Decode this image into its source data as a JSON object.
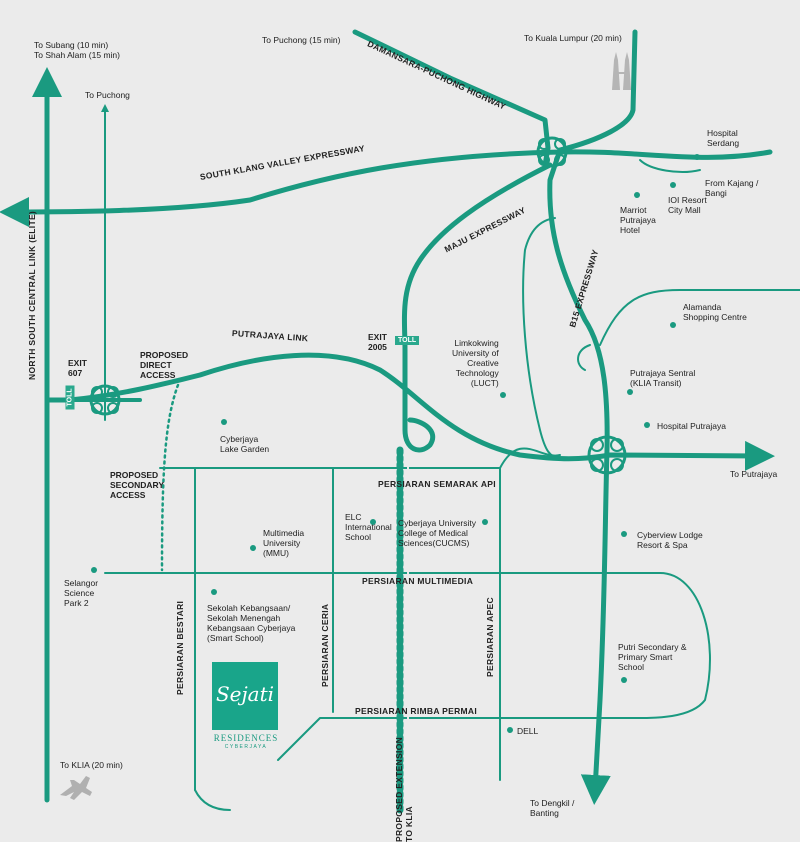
{
  "colors": {
    "road": "#1a9a80",
    "background": "#ebebeb",
    "dot": "#1a9a80",
    "text": "#222222"
  },
  "directions": {
    "subang": "To Subang (10 min)\nTo Shah Alam (15 min)",
    "puchong_left": "To Puchong",
    "puchong_top": "To Puchong (15 min)",
    "kl": "To Kuala Lumpur (20 min)",
    "kajang": "From Kajang /\nBangi",
    "putrajaya": "To Putrajaya",
    "klia": "To KLIA (20 min)",
    "dengkil": "To Dengkil /\nBanting"
  },
  "roads": {
    "dph": "DAMANSARA-PUCHONG HIGHWAY",
    "skve": "SOUTH KLANG VALLEY EXPRESSWAY",
    "maju": "MAJU EXPRESSWAY",
    "b15": "B15 EXPRESSWAY",
    "nscl": "NORTH SOUTH CENTRAL LINK (ELITE)",
    "putrajaya_link": "PUTRAJAYA LINK",
    "semarak_api": "PERSIARAN SEMARAK API",
    "multimedia": "PERSIARAN MULTIMEDIA",
    "rimba_permai": "PERSIARAN RIMBA PERMAI",
    "bestari": "PERSIARAN BESTARI",
    "ceria": "PERSIARAN CERIA",
    "apec": "PERSIARAN APEC",
    "extension": "PROPOSED EXTENSION\nTO KLIA"
  },
  "exits": {
    "exit607": "EXIT\n607",
    "exit2005": "EXIT\n2005",
    "toll": "TOLL",
    "proposed_direct": "PROPOSED\nDIRECT\nACCESS",
    "proposed_secondary": "PROPOSED\nSECONDARY\nACCESS"
  },
  "landmarks": {
    "hospital_serdang": "Hospital\nSerdang",
    "marriott": "Marriot\nPutrajaya\nHotel",
    "ioi": "IOI Resort\nCity Mall",
    "alamanda": "Alamanda\nShopping Centre",
    "luct": "Limkokwing\nUniversity of\nCreative\nTechnology\n(LUCT)",
    "putrajaya_sentral": "Putrajaya Sentral\n(KLIA Transit)",
    "hospital_putrajaya": "Hospital Putrajaya",
    "lake_garden": "Cyberjaya\nLake Garden",
    "mmu": "Multimedia\nUniversity\n(MMU)",
    "elc": "ELC\nInternational\nSchool",
    "cucms": "Cyberjaya University\nCollege of Medical\nSciences(CUCMS)",
    "cyberview": "Cyberview Lodge\nResort & Spa",
    "selangor_science": "Selangor\nScience\nPark 2",
    "smart_school": "Sekolah Kebangsaan/\nSekolah Menengah\nKebangsaan Cyberjaya\n(Smart School)",
    "putri": "Putri Secondary &\nPrimary Smart\nSchool",
    "dell": "DELL"
  },
  "logo": {
    "script": "Sejati",
    "name": "RESIDENCES",
    "sub": "CYBERJAYA"
  },
  "icons": {
    "airplane": "airplane-icon",
    "twin_towers": "twin-towers-icon"
  }
}
